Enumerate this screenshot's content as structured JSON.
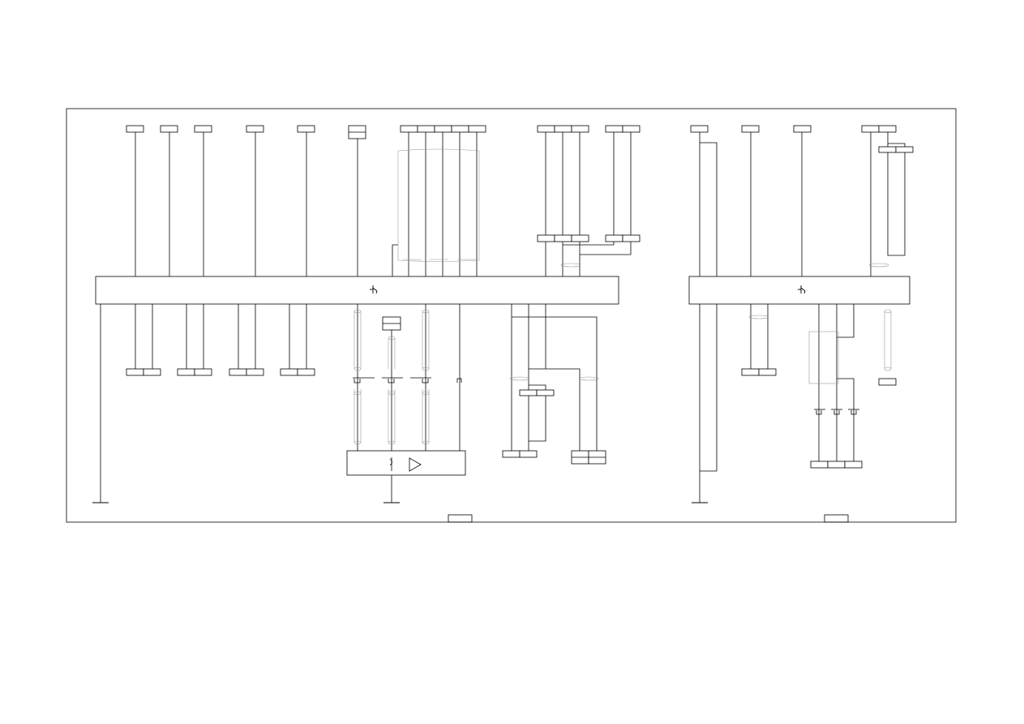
{
  "diagram": {
    "type": "wiring-schematic",
    "line_color": "#000000",
    "shield_color": "#9a9a9a",
    "background": "#ffffff",
    "modules": [
      {
        "id": "module-a",
        "symbol": "module-ground-symbol"
      },
      {
        "id": "module-b",
        "symbol": "module-ground-symbol"
      }
    ],
    "components": [
      {
        "id": "buffer-amplifier",
        "symbols": [
          "coil-symbol",
          "buffer-triangle-symbol"
        ]
      }
    ],
    "grounds": 3,
    "page_tabs": 2
  }
}
